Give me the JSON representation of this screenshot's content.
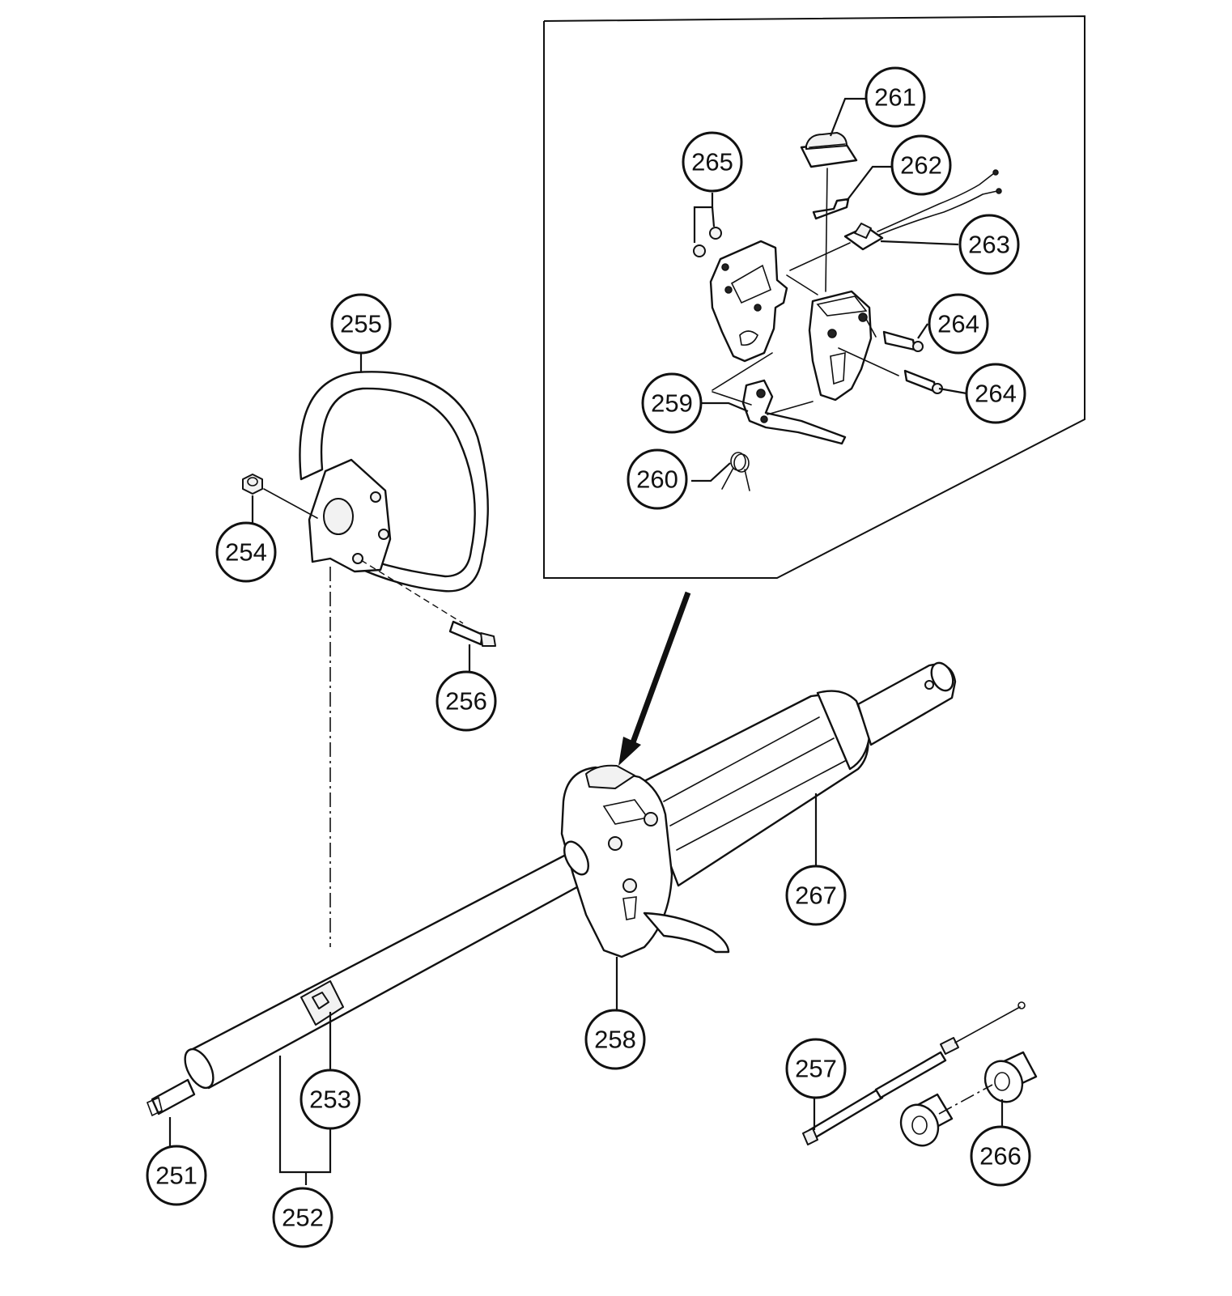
{
  "callouts": [
    {
      "id": "251",
      "label": "251"
    },
    {
      "id": "252",
      "label": "252"
    },
    {
      "id": "253",
      "label": "253"
    },
    {
      "id": "254",
      "label": "254"
    },
    {
      "id": "255",
      "label": "255"
    },
    {
      "id": "256",
      "label": "256"
    },
    {
      "id": "257",
      "label": "257"
    },
    {
      "id": "258",
      "label": "258"
    },
    {
      "id": "259",
      "label": "259"
    },
    {
      "id": "260",
      "label": "260"
    },
    {
      "id": "261",
      "label": "261"
    },
    {
      "id": "262",
      "label": "262"
    },
    {
      "id": "263",
      "label": "263"
    },
    {
      "id": "264a",
      "label": "264"
    },
    {
      "id": "264b",
      "label": "264"
    },
    {
      "id": "265",
      "label": "265"
    },
    {
      "id": "266",
      "label": "266"
    },
    {
      "id": "267",
      "label": "267"
    }
  ]
}
